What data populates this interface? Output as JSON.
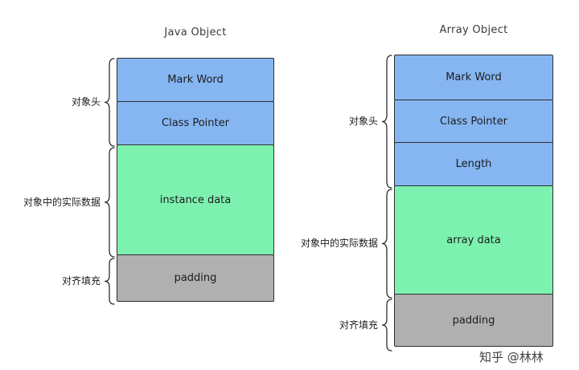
{
  "left": {
    "title": "Java Object",
    "segments": [
      {
        "label": "Mark Word",
        "color": "#85b6f2"
      },
      {
        "label": "Class Pointer",
        "color": "#85b6f2"
      },
      {
        "label": "instance data",
        "color": "#7df2b0"
      },
      {
        "label": "padding",
        "color": "#b0b0b0"
      }
    ],
    "braces": [
      {
        "label": "对象头"
      },
      {
        "label": "对象中的实际数据"
      },
      {
        "label": "对齐填充"
      }
    ]
  },
  "right": {
    "title": "Array Object",
    "segments": [
      {
        "label": "Mark Word",
        "color": "#85b6f2"
      },
      {
        "label": "Class Pointer",
        "color": "#85b6f2"
      },
      {
        "label": "Length",
        "color": "#85b6f2"
      },
      {
        "label": "array data",
        "color": "#7df2b0"
      },
      {
        "label": "padding",
        "color": "#b0b0b0"
      }
    ],
    "braces": [
      {
        "label": "对象头"
      },
      {
        "label": "对象中的实际数据"
      },
      {
        "label": "对齐填充"
      }
    ]
  },
  "colors": {
    "header_blue": "#85b6f2",
    "data_green": "#7df2b0",
    "padding_gray": "#b0b0b0",
    "stroke": "#2e2e2e"
  },
  "watermark": "知乎 @林林"
}
